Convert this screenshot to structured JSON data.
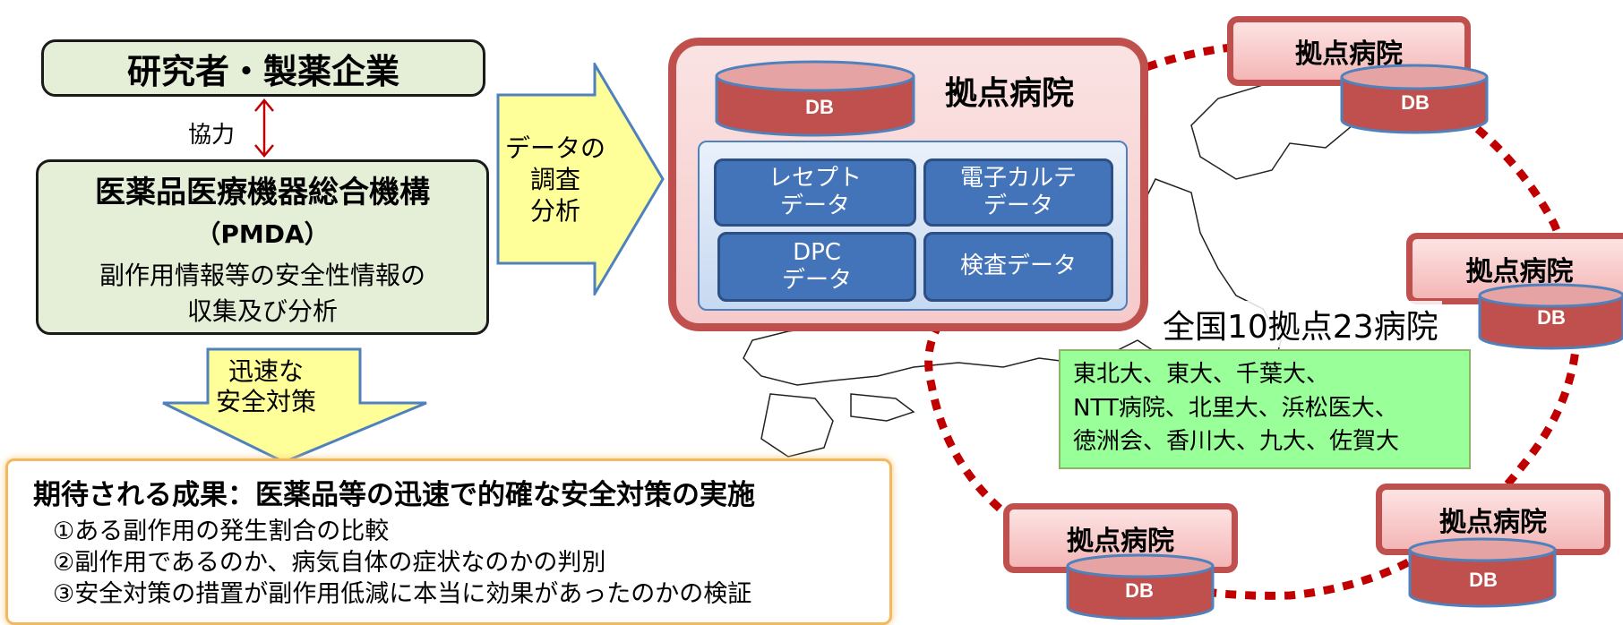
{
  "researchers": "研究者・製薬企業",
  "cooperation": "協力",
  "pmda": {
    "title": "医薬品医療機器総合機構",
    "abbr": "（PMDA）",
    "desc1": "副作用情報等の安全性情報の",
    "desc2": "収集及び分析"
  },
  "data_arrow": {
    "line1": "データの",
    "line2": "調査",
    "line3": "分析"
  },
  "down_arrow": {
    "line1": "迅速な",
    "line2": "安全対策"
  },
  "hub": {
    "title": "拠点病院",
    "db": "DB",
    "cells": [
      "レセプト\nデータ",
      "電子カルテ\nデータ",
      "DPC\nデータ",
      "検査データ"
    ]
  },
  "network": {
    "hospital_label": "拠点病院",
    "db_label": "DB",
    "caption": "全国10拠点23病院",
    "members": [
      "東北大、東大、千葉大、",
      "NTT病院、北里大、浜松医大、",
      "徳洲会、香川大、九大、佐賀大"
    ]
  },
  "results": {
    "heading": "期待される成果：医薬品等の迅速で的確な安全対策の実施",
    "items": [
      "①ある副作用の発生割合の比較",
      "②副作用であるのか、病気自体の症状なのかの判別",
      "③安全対策の措置が副作用低減に本当に効果があったのかの検証"
    ]
  },
  "colors": {
    "red": "#c0504d",
    "dbRed": "#c0504d",
    "blue": "#4373b8",
    "green": "#e5efd8",
    "yellow": "#ffff99"
  }
}
